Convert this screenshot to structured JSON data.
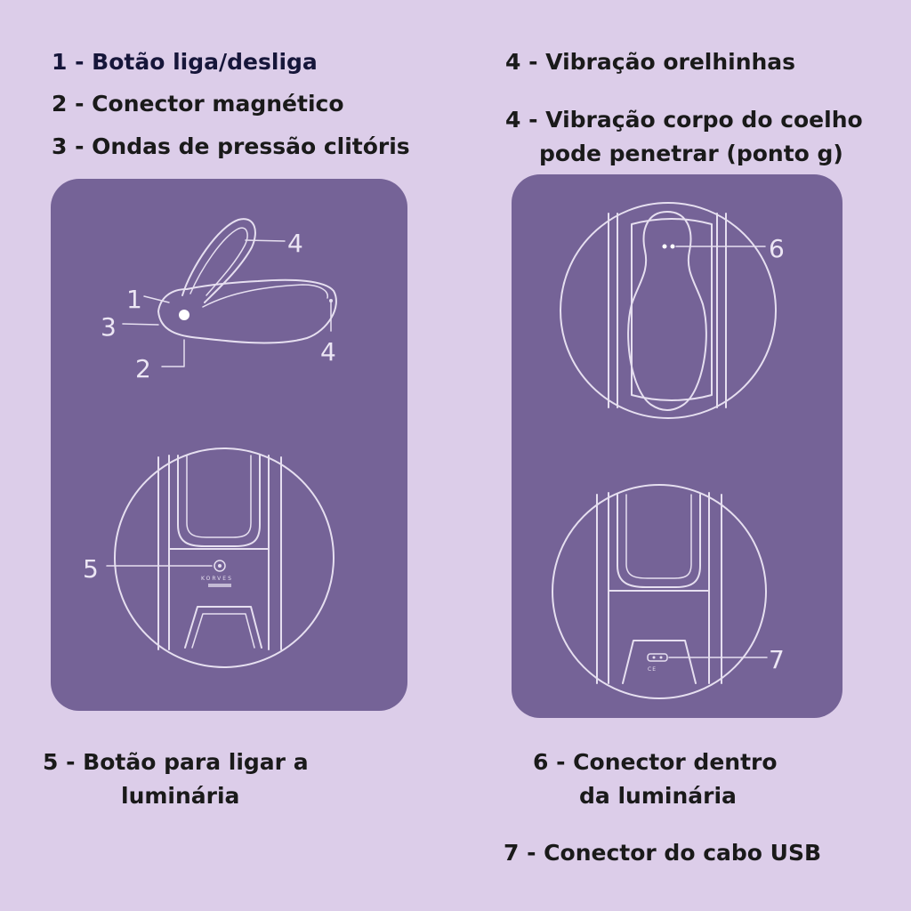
{
  "labels": {
    "item1": "1 - Botão liga/desliga",
    "item2": "2 - Conector magnético",
    "item3": "3 - Ondas de pressão clitóris",
    "item4a": "4 - Vibração orelhinhas",
    "item4b_line1": "4 - Vibração corpo do coelho",
    "item4b_line2": "pode penetrar (ponto g)",
    "item5_line1": "5 - Botão para ligar a",
    "item5_line2": "luminária",
    "item6_line1": "6 - Conector dentro",
    "item6_line2": "da luminária",
    "item7": "7 - Conector do cabo USB"
  },
  "callouts": {
    "c1": "1",
    "c2": "2",
    "c3": "3",
    "c4_ear": "4",
    "c4_tip": "4",
    "c5": "5",
    "c6": "6",
    "c7": "7"
  },
  "colors": {
    "background": "#dccde9",
    "panel": "#756397",
    "line": "#e6dff0",
    "text": "#1a1a1a"
  }
}
